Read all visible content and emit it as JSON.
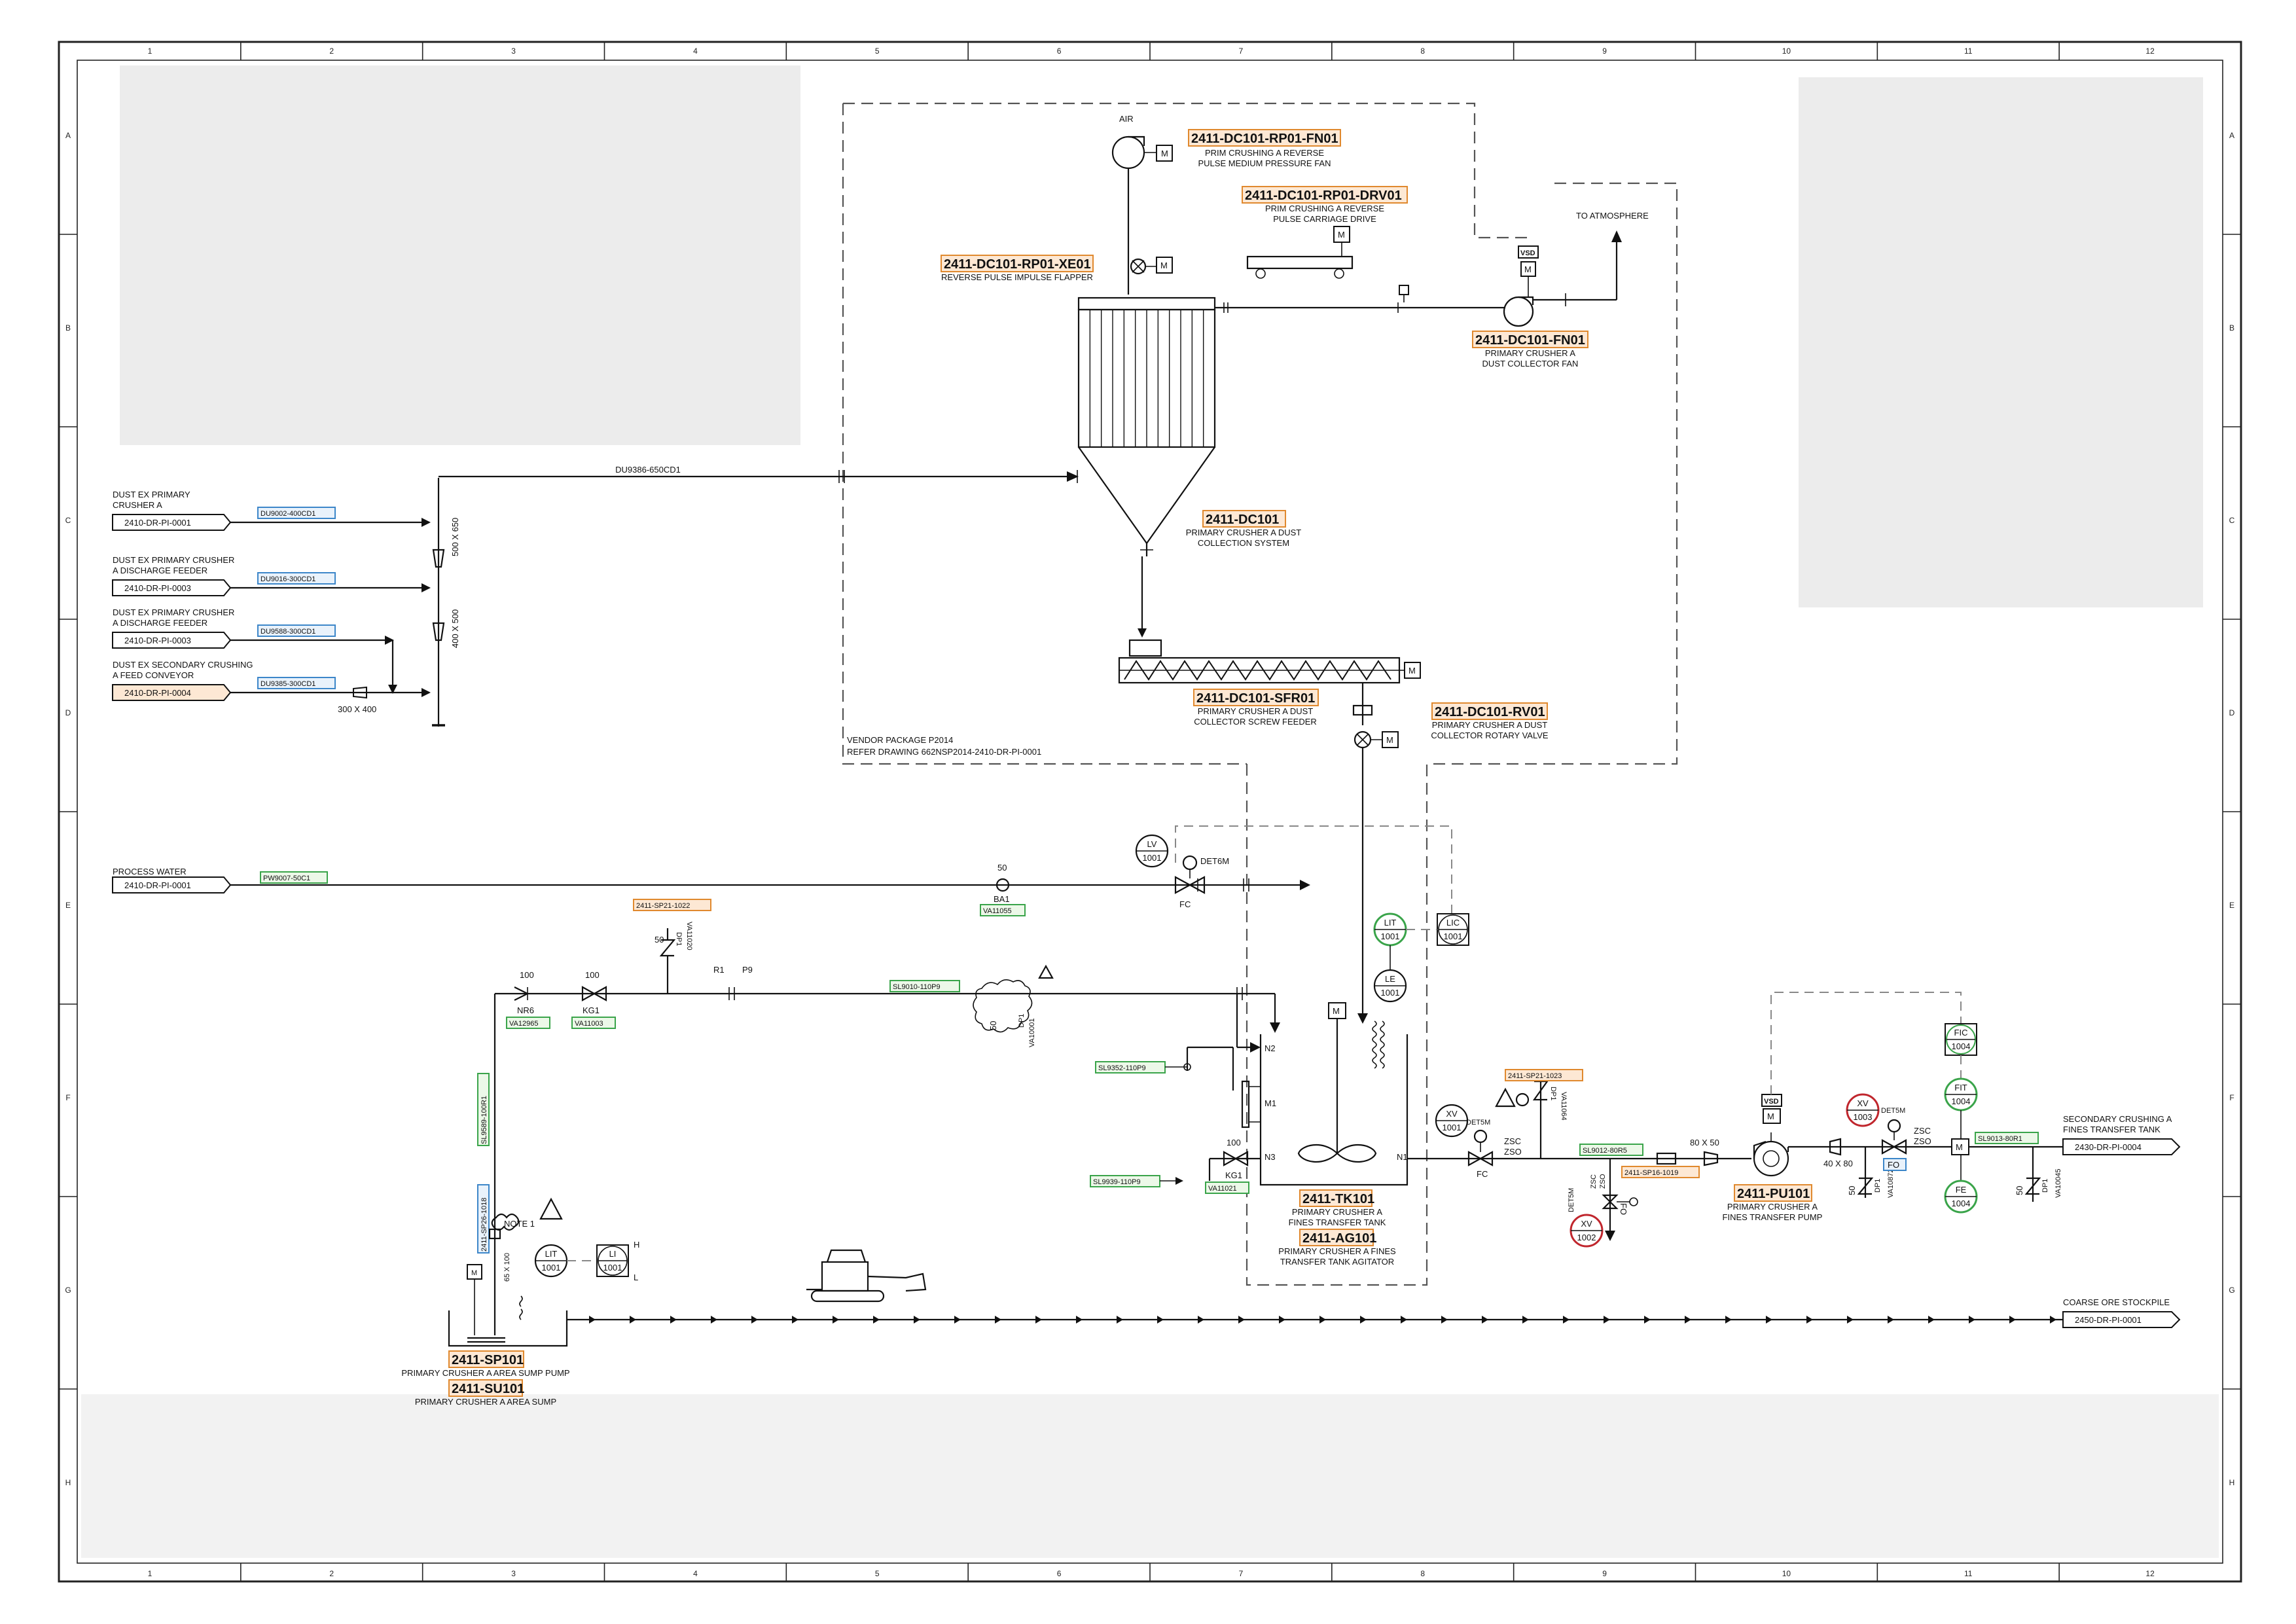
{
  "grid": {
    "columns": [
      "1",
      "2",
      "3",
      "4",
      "5",
      "6",
      "7",
      "8",
      "9",
      "10",
      "11",
      "12"
    ],
    "rows": [
      "A",
      "B",
      "C",
      "D",
      "E",
      "F",
      "G",
      "H"
    ]
  },
  "vendor_package": {
    "line1": "VENDOR PACKAGE P2014",
    "line2": "REFER DRAWING 662NSP2014-2410-DR-PI-0001"
  },
  "equipment": {
    "fan_mp": {
      "tag": "2411-DC101-RP01-FN01",
      "desc1": "PRIM CRUSHING A REVERSE",
      "desc2": "PULSE MEDIUM PRESSURE FAN",
      "air": "AIR",
      "motor": "M"
    },
    "drive": {
      "tag": "2411-DC101-RP01-DRV01",
      "desc1": "PRIM CRUSHING A REVERSE",
      "desc2": "PULSE CARRIAGE DRIVE",
      "motor": "M"
    },
    "flapper": {
      "tag": "2411-DC101-RP01-XE01",
      "desc1": "REVERSE PULSE IMPULSE FLAPPER",
      "motor": "M"
    },
    "dc_fan": {
      "tag": "2411-DC101-FN01",
      "desc1": "PRIMARY CRUSHER A",
      "desc2": "DUST COLLECTOR FAN",
      "vsd": "VSD",
      "motor": "M",
      "atmosphere": "TO ATMOSPHERE"
    },
    "dust_collector": {
      "tag": "2411-DC101",
      "desc1": "PRIMARY CRUSHER A DUST",
      "desc2": "COLLECTION SYSTEM"
    },
    "screw_feeder": {
      "tag": "2411-DC101-SFR01",
      "desc1": "PRIMARY CRUSHER A DUST",
      "desc2": "COLLECTOR SCREW FEEDER",
      "motor": "M"
    },
    "rotary_valve": {
      "tag": "2411-DC101-RV01",
      "desc1": "PRIMARY CRUSHER A DUST",
      "desc2": "COLLECTOR ROTARY VALVE",
      "motor": "M"
    },
    "tank": {
      "tag": "2411-TK101",
      "desc1": "PRIMARY CRUSHER A",
      "desc2": "FINES TRANSFER TANK",
      "n1": "N1",
      "n2": "N2",
      "n3": "N3",
      "m1": "M1",
      "motor": "M"
    },
    "agitator": {
      "tag": "2411-AG101",
      "desc1": "PRIMARY CRUSHER A FINES",
      "desc2": "TRANSFER TANK AGITATOR"
    },
    "pump": {
      "tag": "2411-PU101",
      "desc1": "PRIMARY CRUSHER A",
      "desc2": "FINES TRANSFER PUMP",
      "vsd": "VSD",
      "motor": "M"
    },
    "sump_pump": {
      "tag": "2411-SP101",
      "desc1": "PRIMARY CRUSHER A AREA SUMP PUMP",
      "motor": "M"
    },
    "sump": {
      "tag": "2411-SU101",
      "desc1": "PRIMARY CRUSHER A AREA SUMP"
    }
  },
  "inlets": [
    {
      "title1": "DUST EX PRIMARY",
      "title2": "CRUSHER A",
      "ref": "2410-DR-PI-0001",
      "line": "DU9002-400CD1"
    },
    {
      "title1": "DUST EX PRIMARY CRUSHER",
      "title2": "A DISCHARGE FEEDER",
      "ref": "2410-DR-PI-0003",
      "line": "DU9016-300CD1"
    },
    {
      "title1": "DUST EX PRIMARY CRUSHER",
      "title2": "A DISCHARGE FEEDER",
      "ref": "2410-DR-PI-0003",
      "line": "DU9588-300CD1"
    },
    {
      "title1": "DUST EX SECONDARY CRUSHING",
      "title2": "A FEED CONVEYOR",
      "ref": "2410-DR-PI-0004",
      "line": "DU9385-300CD1"
    }
  ],
  "duct": {
    "main": "DU9386-650CD1",
    "size1": "500 X 650",
    "size2": "400 X 500",
    "size3": "300 X 400"
  },
  "process_water": {
    "title": "PROCESS WATER",
    "ref": "2410-DR-PI-0001",
    "line": "PW9007-50C1",
    "size": "50",
    "valve": "BA1",
    "valve_tag": "VA11055",
    "fc": "FC",
    "det": "DET6M"
  },
  "instruments": {
    "lv": {
      "l1": "LV",
      "l2": "1001"
    },
    "lit_tank": {
      "l1": "LIT",
      "l2": "1001"
    },
    "lic": {
      "l1": "LIC",
      "l2": "1001"
    },
    "le": {
      "l1": "LE",
      "l2": "1001"
    },
    "xv1001": {
      "l1": "XV",
      "l2": "1001",
      "det": "DET5M",
      "zsc": "ZSC",
      "zso": "ZSO",
      "fc": "FC"
    },
    "xv1002": {
      "l1": "XV",
      "l2": "1002",
      "det": "DET5M",
      "zsc": "ZSC",
      "zso": "ZSO",
      "fo": "FO"
    },
    "xv1003": {
      "l1": "XV",
      "l2": "1003",
      "det": "DET5M",
      "zsc": "ZSC",
      "zso": "ZSO",
      "fo": "FO"
    },
    "fic": {
      "l1": "FIC",
      "l2": "1004"
    },
    "fit": {
      "l1": "FIT",
      "l2": "1004"
    },
    "fe": {
      "l1": "FE",
      "l2": "1004"
    },
    "lit_sump": {
      "l1": "LIT",
      "l2": "1001"
    },
    "li_sump": {
      "l1": "LI",
      "l2": "1001",
      "h": "H",
      "l": "L"
    }
  },
  "slurry": {
    "sp21_1022": "2411-SP21-1022",
    "dp1_1020": "DP1",
    "va11020": "VA11020",
    "size50": "50",
    "nr6": "NR6",
    "va12965": "VA12965",
    "kg1": "KG1",
    "va11003": "VA11003",
    "size100a": "100",
    "size100b": "100",
    "r1": "R1",
    "p9": "P9",
    "sl9010": "SL9010-110P9",
    "dp1_10001": "DP1",
    "va10001": "VA10001",
    "sl9352": "SL9352-110P9",
    "sl9939": "SL9939-110P9",
    "kg1b": "KG1",
    "va11021": "VA11021",
    "size100c": "100",
    "sl9589": "SL9589-100R1",
    "sp26": "2411-SP26-1018",
    "note": "NOTE 1",
    "size65": "65 X 100",
    "sp21_1023": "2411-SP21-1023",
    "dp1_11064": "DP1",
    "va11064": "VA11064",
    "sl9012": "SL9012-80R5",
    "sp16": "2411-SP16-1019",
    "size80x50": "80 X 50",
    "size40x80": "40 X 80",
    "dp1_a": "DP1",
    "va10872": "VA10872",
    "size50b": "50",
    "sl9013": "SL9013-80R1",
    "dp1_b": "DP1",
    "va10045": "VA10045",
    "size50c": "50"
  },
  "outlets": [
    {
      "title1": "SECONDARY CRUSHING A",
      "title2": "FINES TRANSFER TANK",
      "ref": "2430-DR-PI-0004"
    },
    {
      "title1": "COARSE ORE STOCKPILE",
      "title2": "",
      "ref": "2450-DR-PI-0001"
    }
  ]
}
